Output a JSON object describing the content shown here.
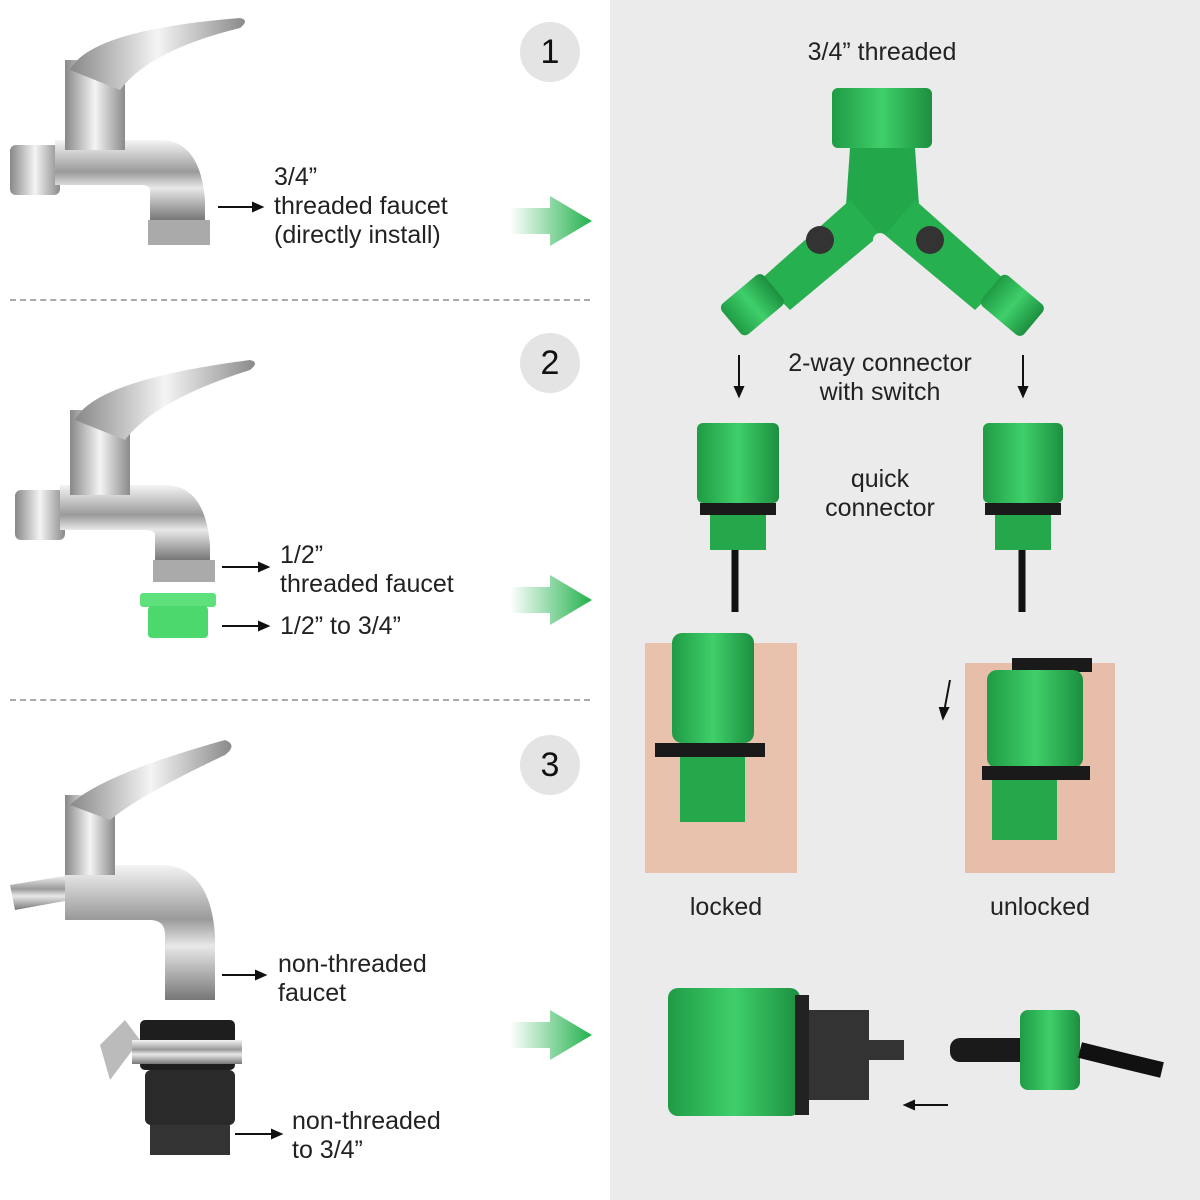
{
  "steps": [
    {
      "number": "1",
      "label_lines": [
        "3/4”",
        "threaded faucet",
        "(directly install)"
      ]
    },
    {
      "number": "2",
      "label_lines": [
        "1/2”",
        "threaded faucet"
      ],
      "adapter_label": "1/2” to 3/4”"
    },
    {
      "number": "3",
      "label_lines": [
        "non-threaded",
        "faucet"
      ],
      "adapter_label_lines": [
        "non-threaded",
        "to 3/4”"
      ]
    }
  ],
  "right": {
    "top_label": "3/4” threaded",
    "connector_label_lines": [
      "2-way connector",
      "with switch"
    ],
    "quick_label_lines": [
      "quick",
      "connector"
    ],
    "locked": "locked",
    "unlocked": "unlocked"
  },
  "colors": {
    "green": "#22b14c",
    "part_green": "#2fbf5a",
    "panel": "#ebebeb"
  }
}
